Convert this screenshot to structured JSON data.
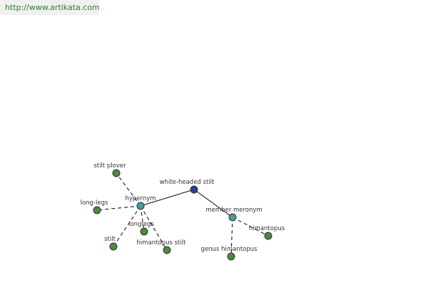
{
  "header": {
    "url": "http://www.artikata.com"
  },
  "graph": {
    "nodes": [
      {
        "id": "white-headed-stilt",
        "label": "white-headed stilt",
        "role": "center"
      },
      {
        "id": "hypernym",
        "label": "hypernym",
        "role": "relation"
      },
      {
        "id": "member-meronym",
        "label": "member meronym",
        "role": "relation"
      },
      {
        "id": "stilt-plover",
        "label": "stilt plover",
        "role": "leaf"
      },
      {
        "id": "long-legs",
        "label": "long-legs",
        "role": "leaf"
      },
      {
        "id": "longlegs",
        "label": "longlegs",
        "role": "leaf"
      },
      {
        "id": "stilt",
        "label": "stilt",
        "role": "leaf"
      },
      {
        "id": "himantopus-stilt",
        "label": "himantopus stilt",
        "role": "leaf"
      },
      {
        "id": "himantopus",
        "label": "himantopus",
        "role": "leaf"
      },
      {
        "id": "genus-himantopus",
        "label": "genus himantopus",
        "role": "leaf"
      }
    ],
    "edges": [
      {
        "from": "white-headed-stilt",
        "to": "hypernym",
        "style": "solid"
      },
      {
        "from": "white-headed-stilt",
        "to": "member-meronym",
        "style": "solid"
      },
      {
        "from": "hypernym",
        "to": "stilt-plover",
        "style": "dashed"
      },
      {
        "from": "hypernym",
        "to": "long-legs",
        "style": "dashed"
      },
      {
        "from": "hypernym",
        "to": "longlegs",
        "style": "dashed"
      },
      {
        "from": "hypernym",
        "to": "stilt",
        "style": "dashed"
      },
      {
        "from": "hypernym",
        "to": "himantopus-stilt",
        "style": "dashed"
      },
      {
        "from": "member-meronym",
        "to": "himantopus",
        "style": "dashed"
      },
      {
        "from": "member-meronym",
        "to": "genus-himantopus",
        "style": "dashed"
      }
    ],
    "colors": {
      "center": "#2e3a8c",
      "relation": "#4a9a9a",
      "leaf": "#4e8a3e",
      "stroke": "#333333",
      "edge": "#000000"
    }
  }
}
